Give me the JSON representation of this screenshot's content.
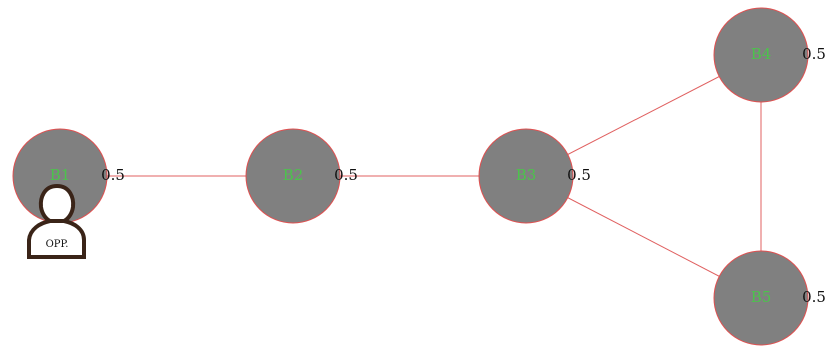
{
  "colors": {
    "node_fill": "#808080",
    "node_stroke": "#e05050",
    "edge": "#e06060",
    "node_label": "#4cc34c",
    "value_text": "#111111",
    "opponent_outline": "#3a2418"
  },
  "nodes": [
    {
      "id": "B1",
      "label": "B1",
      "value": "0.5"
    },
    {
      "id": "B2",
      "label": "B2",
      "value": "0.5"
    },
    {
      "id": "B3",
      "label": "B3",
      "value": "0.5"
    },
    {
      "id": "B4",
      "label": "B4",
      "value": "0.5"
    },
    {
      "id": "B5",
      "label": "B5",
      "value": "0.5"
    }
  ],
  "edges": [
    [
      "B1",
      "B2"
    ],
    [
      "B2",
      "B3"
    ],
    [
      "B3",
      "B4"
    ],
    [
      "B3",
      "B5"
    ],
    [
      "B4",
      "B5"
    ]
  ],
  "opponent": {
    "label": "OPP.",
    "icon": "person-icon",
    "at_node": "B1"
  }
}
